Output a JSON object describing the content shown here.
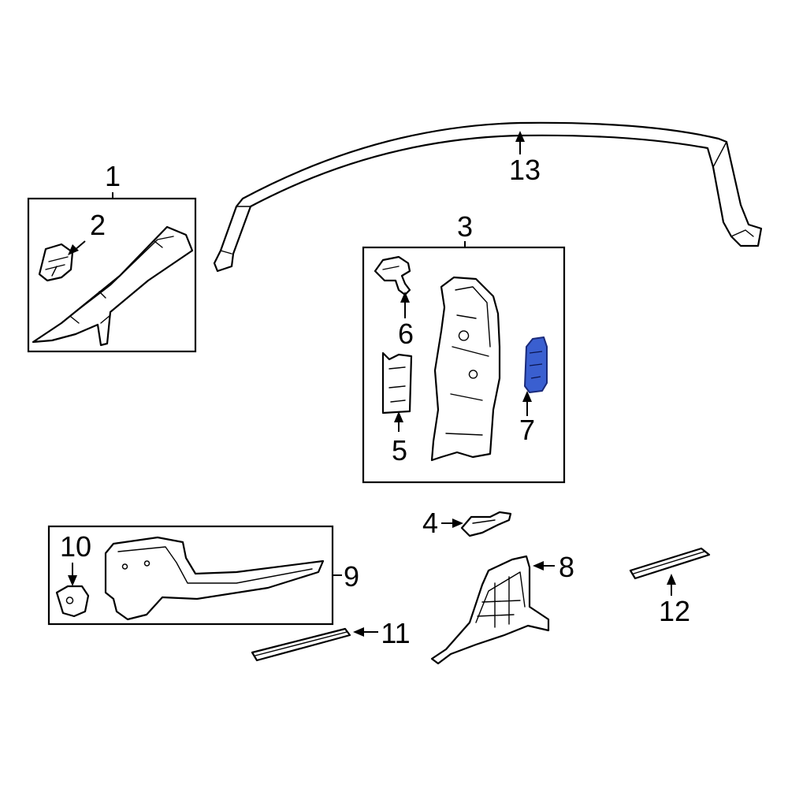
{
  "diagram": {
    "callouts": {
      "c1": "1",
      "c2": "2",
      "c3": "3",
      "c4": "4",
      "c5": "5",
      "c6": "6",
      "c7": "7",
      "c8": "8",
      "c9": "9",
      "c10": "10",
      "c11": "11",
      "c12": "12",
      "c13": "13"
    },
    "colors": {
      "line": "#000000",
      "background": "#ffffff",
      "highlight": "#3a5fd0"
    },
    "highlighted_part": "7"
  }
}
